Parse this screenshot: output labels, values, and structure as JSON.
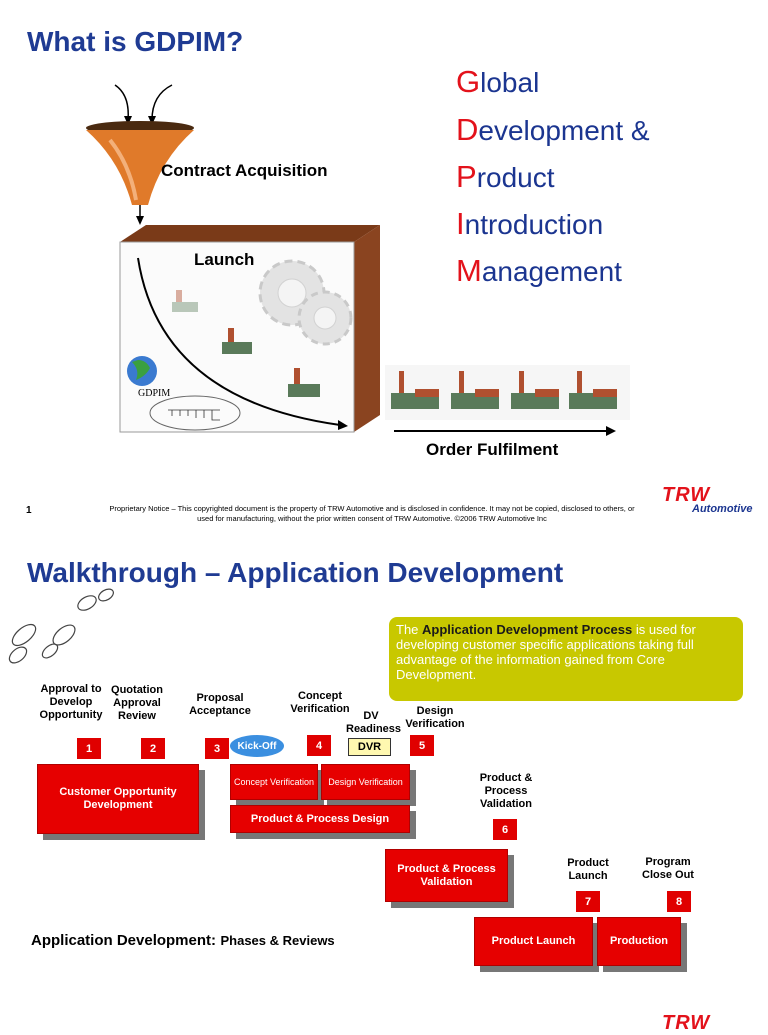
{
  "slide1": {
    "title": "What is GDPIM?",
    "acronym": [
      {
        "cap": "G",
        "rest": "lobal"
      },
      {
        "cap": "D",
        "rest": "evelopment &"
      },
      {
        "cap": "P",
        "rest": "roduct"
      },
      {
        "cap": "I",
        "rest": "ntroduction"
      },
      {
        "cap": "M",
        "rest": "anagement"
      }
    ],
    "contract_acquisition": "Contract Acquisition",
    "launch": "Launch",
    "globe_label": "GDPIM",
    "order_fulfilment": "Order Fulfilment",
    "page_number": "1",
    "notice_line1": "Proprietary Notice – This copyrighted document is the property of TRW Automotive and is disclosed in confidence.  It may not be copied, disclosed to others, or",
    "notice_line2": "used for manufacturing, without the prior written consent of TRW Automotive. ©2006 TRW Automotive Inc",
    "logo_trw": "TRW",
    "logo_automotive": "Automotive"
  },
  "slide2": {
    "title": "Walkthrough – Application Development",
    "callout": {
      "pre": "The ",
      "highlight": "Application Development Process",
      "post": " is used for developing customer specific applications taking full advantage of the information gained from Core Development."
    },
    "milestones": [
      {
        "label": "Approval to Develop Opportunity",
        "num": "1"
      },
      {
        "label": "Quotation Approval Review",
        "num": "2"
      },
      {
        "label": "Proposal Acceptance",
        "num": "3"
      },
      {
        "label": "Concept Verification",
        "num": "4"
      },
      {
        "label": "Design Verification",
        "num": "5"
      },
      {
        "label": "Product & Process Validation",
        "num": "6"
      },
      {
        "label": "Product Launch",
        "num": "7"
      },
      {
        "label": "Program Close Out",
        "num": "8"
      }
    ],
    "dv_readiness": "DV Readiness",
    "kickoff": "Kick-Off",
    "dvr": "DVR",
    "phases": {
      "customer_opportunity": "Customer Opportunity Development",
      "concept_verification": "Concept Verification",
      "design_verification": "Design Verification",
      "product_process_design": "Product & Process Design",
      "product_process_validation": "Product & Process Validation",
      "product_launch": "Product Launch",
      "production": "Production"
    },
    "footer_bold": "Application Development:",
    "footer_normal": "Phases & Reviews"
  },
  "colors": {
    "title_blue": "#1f3b93",
    "accent_red": "#e3121b",
    "box_red": "#e60000",
    "callout_yellow": "#c8c800",
    "kickoff_blue": "#3b8fe0"
  }
}
